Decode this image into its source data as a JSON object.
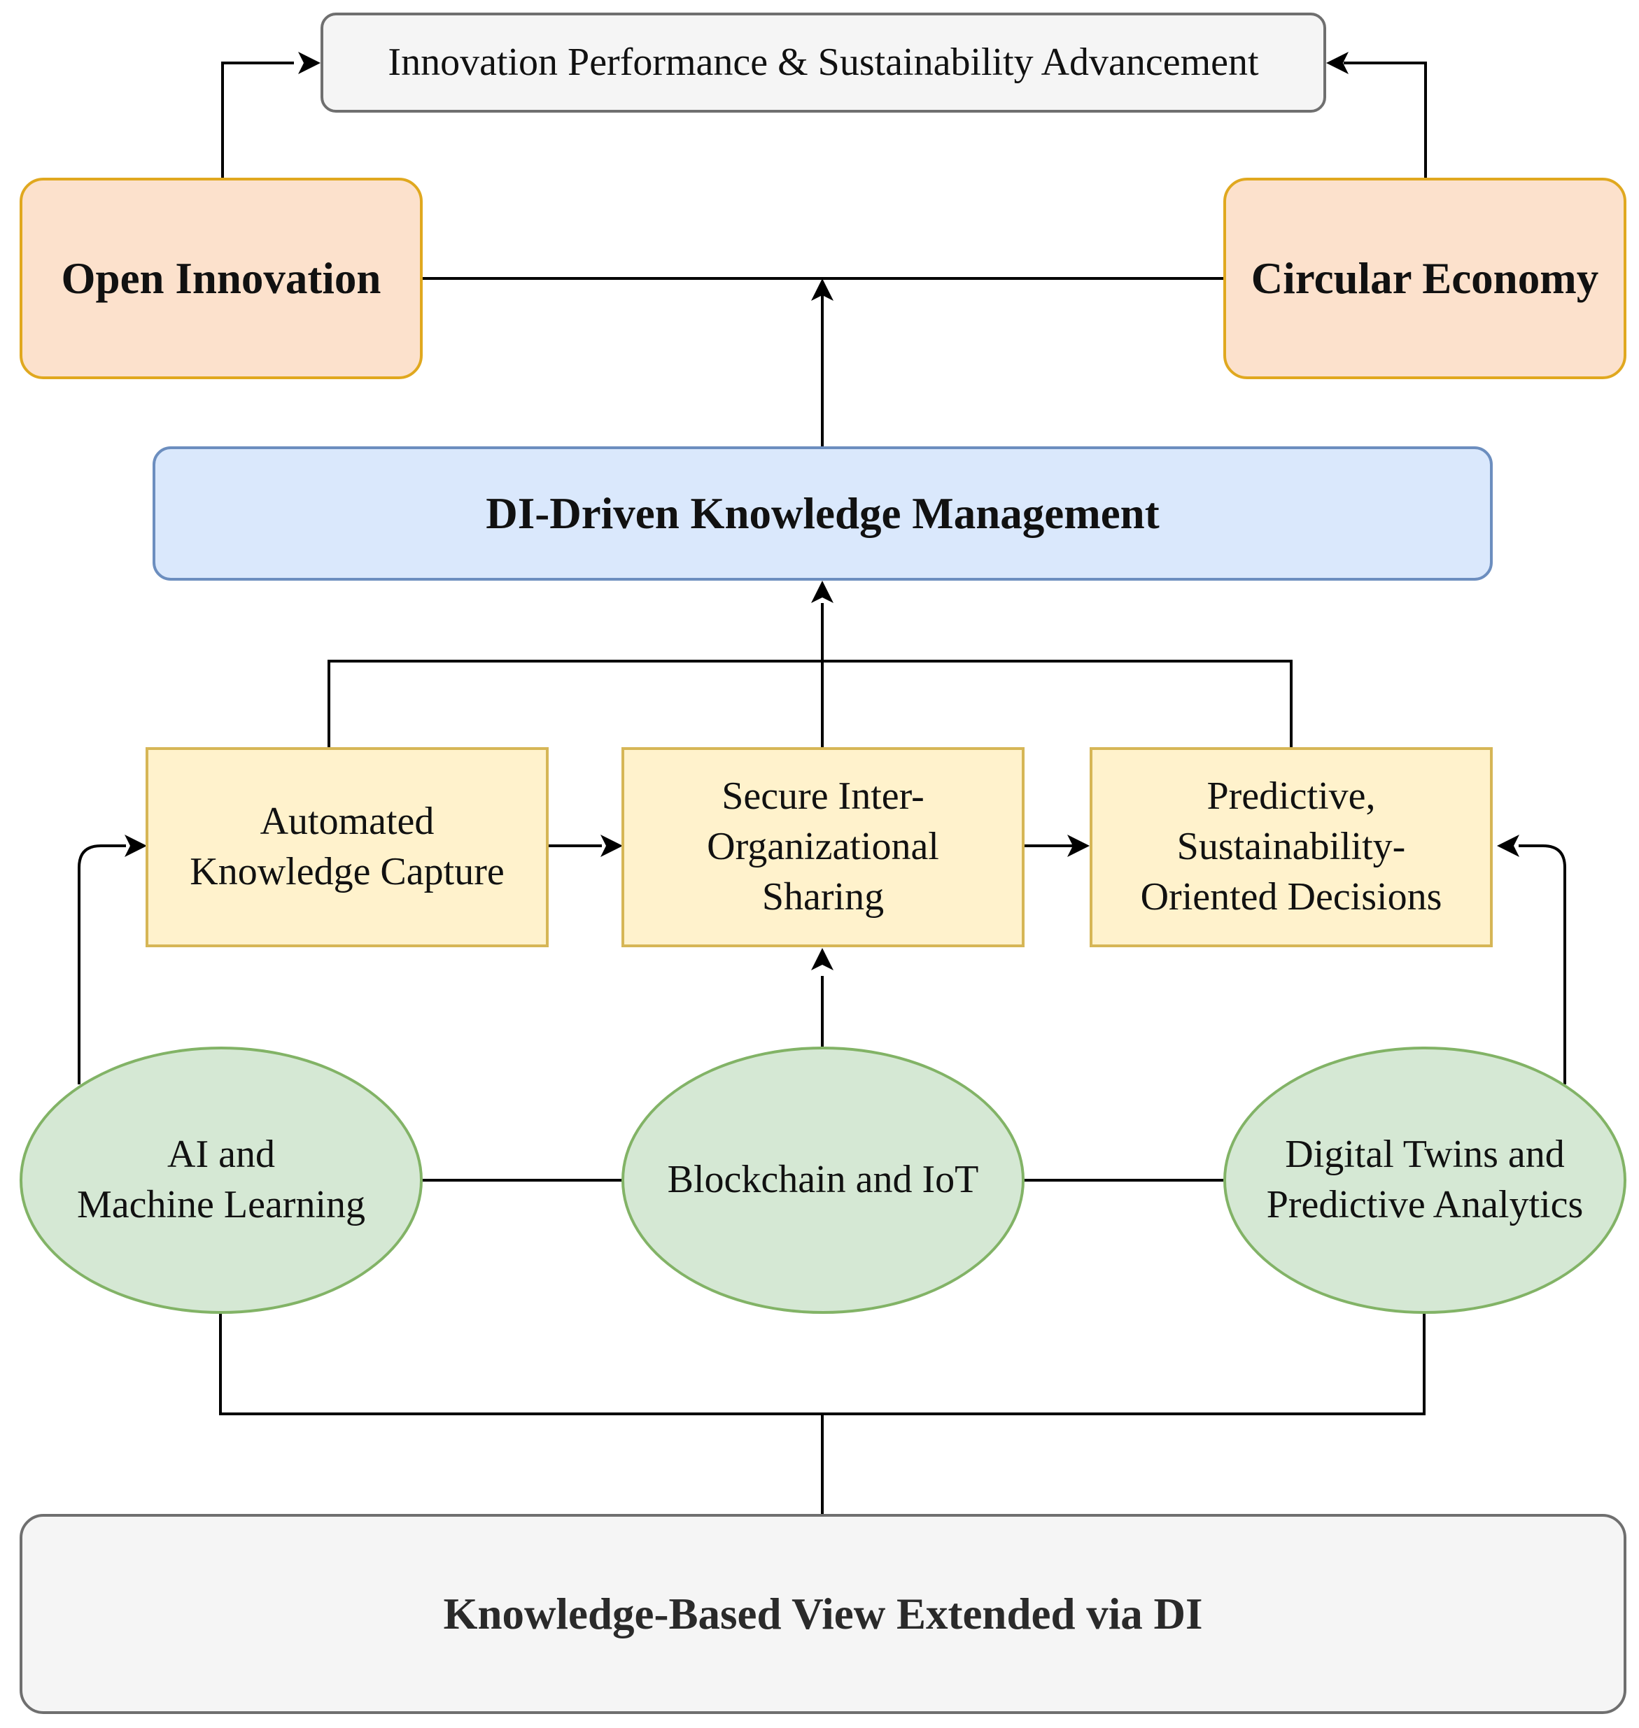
{
  "nodes": {
    "outcome": "Innovation Performance & Sustainability Advancement",
    "open_innovation": "Open Innovation",
    "circular_economy": "Circular Economy",
    "km": "DI-Driven Knowledge Management",
    "capture": "Automated\nKnowledge Capture",
    "sharing": "Secure Inter-\nOrganizational\nSharing",
    "decisions": "Predictive,\nSustainability-\nOriented Decisions",
    "ai": "AI and\nMachine Learning",
    "blockchain": "Blockchain and IoT",
    "twins": "Digital Twins and\nPredictive Analytics",
    "foundation": "Knowledge-Based View Extended via DI"
  },
  "colors": {
    "gray_fill": "#f5f5f5",
    "orange_fill": "#fce1cc",
    "blue_fill": "#dae8fc",
    "yellow_fill": "#fff2cc",
    "green_fill": "#d5e8d4",
    "line": "#000000"
  }
}
